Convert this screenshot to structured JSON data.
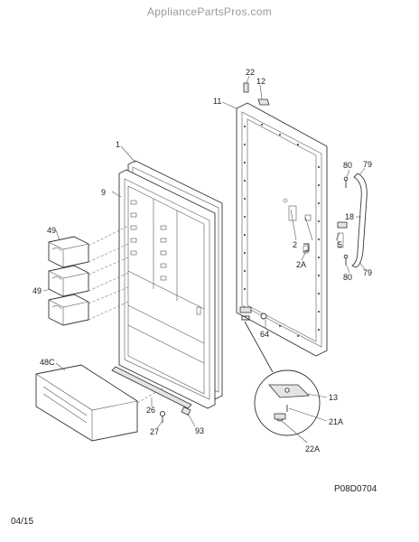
{
  "header": {
    "site": "AppliancePartsPros.com"
  },
  "diagram": {
    "code": "P08D0704",
    "date": "04/15",
    "callouts": {
      "c1": "1",
      "c9": "9",
      "c49a": "49",
      "c49b": "49",
      "c48c": "48C",
      "c26": "26",
      "c27": "27",
      "c93": "93",
      "c22": "22",
      "c12": "12",
      "c11": "11",
      "c80a": "80",
      "c79a": "79",
      "c18": "18",
      "c80b": "80",
      "c79b": "79",
      "c2": "2",
      "c5": "5",
      "c2a": "2A",
      "c64": "64",
      "c13": "13",
      "c21a": "21A",
      "c22a": "22A"
    }
  }
}
